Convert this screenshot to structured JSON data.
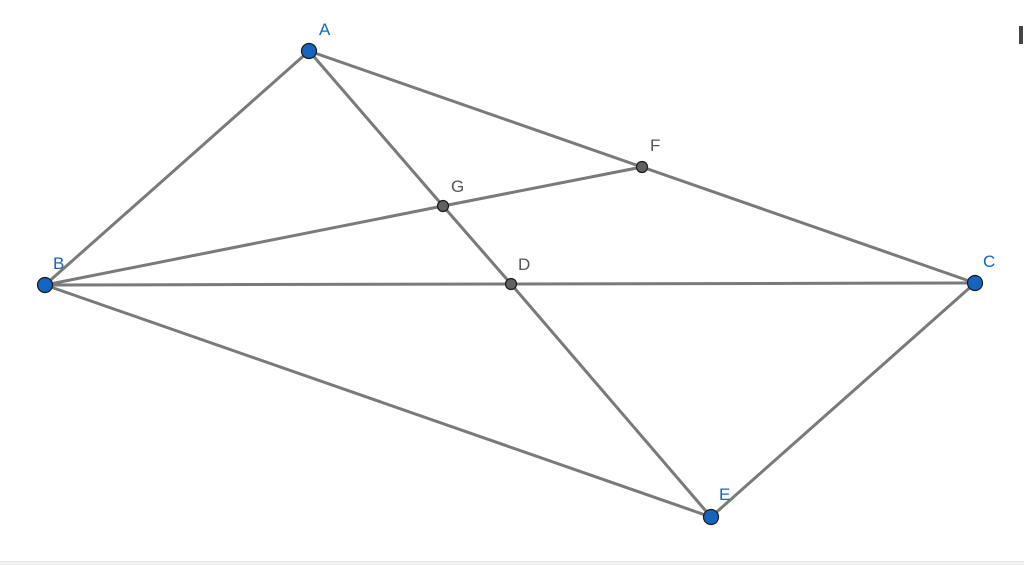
{
  "colors": {
    "free_point": "#1565c0",
    "dependent_point": "#616161",
    "segment": "#7a7a7a",
    "free_label": "#1565c0",
    "dependent_label": "#555555"
  },
  "points": {
    "A": {
      "label": "A",
      "kind": "free"
    },
    "B": {
      "label": "B",
      "kind": "free"
    },
    "C": {
      "label": "C",
      "kind": "free"
    },
    "E": {
      "label": "E",
      "kind": "free"
    },
    "D": {
      "label": "D",
      "kind": "dependent"
    },
    "F": {
      "label": "F",
      "kind": "dependent"
    },
    "G": {
      "label": "G",
      "kind": "dependent"
    }
  },
  "segments": [
    [
      "A",
      "B"
    ],
    [
      "A",
      "F"
    ],
    [
      "F",
      "C"
    ],
    [
      "A",
      "G"
    ],
    [
      "G",
      "D"
    ],
    [
      "D",
      "E"
    ],
    [
      "B",
      "G"
    ],
    [
      "G",
      "F"
    ],
    [
      "B",
      "D"
    ],
    [
      "D",
      "C"
    ],
    [
      "B",
      "E"
    ],
    [
      "E",
      "C"
    ]
  ]
}
